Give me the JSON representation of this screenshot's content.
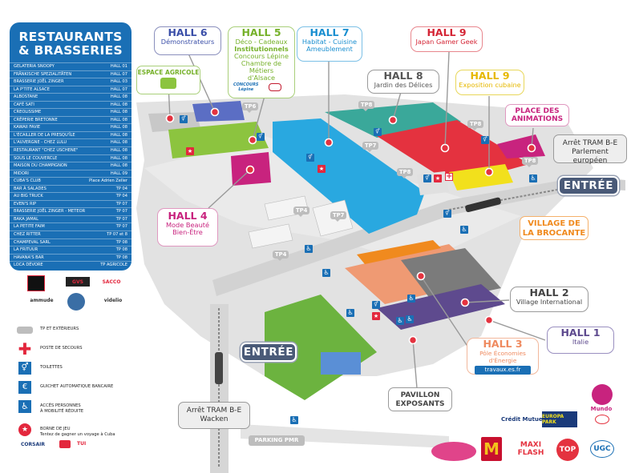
{
  "sidebar": {
    "title_line1": "RESTAURANTS",
    "title_line2": "& BRASSERIES",
    "restaurants": [
      {
        "name": "GELATERIA SNOOPY",
        "hall": "HALL 01"
      },
      {
        "name": "FRÄNKISCHE SPEZIALITÄTEN",
        "hall": "HALL 07"
      },
      {
        "name": "BRASSERIE JOËL ZINGER",
        "hall": "HALL 03"
      },
      {
        "name": "LA P'TITE ALSACE",
        "hall": "HALL 07"
      },
      {
        "name": "ALBOSTANE",
        "hall": "HALL 08"
      },
      {
        "name": "CAFÉ SATI",
        "hall": "HALL 08"
      },
      {
        "name": "CREOLISSIME",
        "hall": "HALL 08"
      },
      {
        "name": "CRÊPERIE BRETONNE",
        "hall": "HALL 08"
      },
      {
        "name": "KAWAII FAVIE",
        "hall": "HALL 08"
      },
      {
        "name": "L'ÉCAILLER DE LA PRESQU'ÎLE",
        "hall": "HALL 08"
      },
      {
        "name": "L'AUVERGNE - CHEZ LULU",
        "hall": "HALL 08"
      },
      {
        "name": "RESTAURANT \"CHEZ USCHENE\"",
        "hall": "HALL 08"
      },
      {
        "name": "SOUS LE COUVERCLE",
        "hall": "HALL 08"
      },
      {
        "name": "MAISON DU CHAMPIGNON",
        "hall": "HALL 08"
      },
      {
        "name": "MIDORI",
        "hall": "HALL 09"
      },
      {
        "name": "CUBA'S CLUB",
        "hall": "Place Adrien Zeller"
      },
      {
        "name": "BAR À SALADES",
        "hall": "TP 04"
      },
      {
        "name": "AU BIG TRUCK",
        "hall": "TP 04"
      },
      {
        "name": "EVEN'S RIP",
        "hall": "TP 07"
      },
      {
        "name": "BRASSERIE JOËL ZINGER - METEOR",
        "hall": "TP 07"
      },
      {
        "name": "BAKA JAMAL",
        "hall": "TP 07"
      },
      {
        "name": "LA PETITE FAIM",
        "hall": "TP 07"
      },
      {
        "name": "CHEZ RITTER",
        "hall": "TP 07 et 8"
      },
      {
        "name": "CHAMPEVAL SARL",
        "hall": "TP 08"
      },
      {
        "name": "LA FRITUUR",
        "hall": "TP 08"
      },
      {
        "name": "HAVANA'S BAR",
        "hall": "TP 08"
      },
      {
        "name": "LOCA DÉVORE",
        "hall": "TP AGRICOLE"
      }
    ]
  },
  "sponsors_left": {
    "l1": "GVS",
    "l2": "SACCO",
    "l3": "ammude",
    "l4": "videlio"
  },
  "legend": {
    "tp": "TP ET EXTÉRIEURS",
    "secours": "POSTE DE SECOURS",
    "toilettes": "TOILETTES",
    "guichet": "GUICHET AUTOMATIQUE BANCAIRE",
    "acces_line1": "ACCÈS PERSONNES",
    "acces_line2": "À MOBILITÉ RÉDUITE",
    "borne_line1": "BORNE DE JEU",
    "borne_line2": "Tentez de gagner un voyage à Cuba",
    "borne_logo1": "CORSAIR",
    "borne_logo2": "TUI"
  },
  "halls": {
    "h6": {
      "title": "HALL 6",
      "sub": "Démonstrateurs"
    },
    "h5": {
      "title": "HALL 5",
      "sub1": "Déco - Cadeaux",
      "sub2": "Institutionnels",
      "sub3": "Concours Lépine",
      "sub4": "Chambre de Métiers",
      "sub5": "d'Alsace"
    },
    "h7": {
      "title": "HALL 7",
      "sub1": "Habitat - Cuisine",
      "sub2": "Ameublement"
    },
    "h9a": {
      "title": "HALL 9",
      "sub": "Japan Gamer Geek"
    },
    "h8": {
      "title": "HALL 8",
      "sub": "Jardin des Délices"
    },
    "h9b": {
      "title": "HALL 9",
      "sub": "Exposition cubaine"
    },
    "h4": {
      "title": "HALL 4",
      "sub1": "Mode Beauté",
      "sub2": "Bien-Être"
    },
    "h2": {
      "title": "HALL 2",
      "sub": "Village International"
    },
    "h1": {
      "title": "HALL 1",
      "sub": "Italie"
    },
    "h3": {
      "title": "HALL 3",
      "sub": "Pôle Économies d'Énergie",
      "link": "travaux.es.fr"
    }
  },
  "places": {
    "agricole": "ESPACE AGRICOLE",
    "animations_l1": "PLACE DES",
    "animations_l2": "ANIMATIONS",
    "brocante_l1": "VILLAGE DE",
    "brocante_l2": "LA BROCANTE",
    "tram_parlement_l1": "Arrêt TRAM B-E",
    "tram_parlement_l2": "Parlement européen",
    "tram_wacken_l1": "Arrêt TRAM B-E",
    "tram_wacken_l2": "Wacken",
    "entree_right": "ENTRÉE",
    "entree_left": "ENTRÉE",
    "pavillon_l1": "PAVILLON",
    "pavillon_l2": "EXPOSANTS",
    "parking": "PARKING PMR",
    "concours": "CONCOURS",
    "lepine": "Lépine"
  },
  "tp_labels": {
    "tp6": "TP6",
    "tp8a": "TP8",
    "tp8b": "TP8",
    "tp8c": "TP8",
    "tp8d": "TP8",
    "tp7a": "TP7",
    "tp7b": "TP7",
    "tp4a": "TP4",
    "tp4b": "TP4"
  },
  "sponsors_bottom": {
    "credit": "Crédit Mutuel",
    "europa": "EUROPA PARK",
    "mundo": "Mundo",
    "maxi": "MAXI FLASH",
    "top": "TOP",
    "ugc": "UGC"
  },
  "colors": {
    "sidebar_blue": "#1a6fb5",
    "hall6": "#5b6ec4",
    "hall5_green": "#8cc43f",
    "hall7_cyan": "#29a8e0",
    "hall9_red": "#e4323f",
    "hall8_teal": "#3aa89a",
    "hall9_yellow": "#f2e01c",
    "hall4_magenta": "#c8237e",
    "hall2_grey": "#7b7b7b",
    "hall1_purple": "#5e4a8e",
    "hall3_salmon": "#ef9a73",
    "brocante_orange": "#f08a1e",
    "green_zone": "#6cb33f",
    "entree_navy": "#4a5a78"
  }
}
